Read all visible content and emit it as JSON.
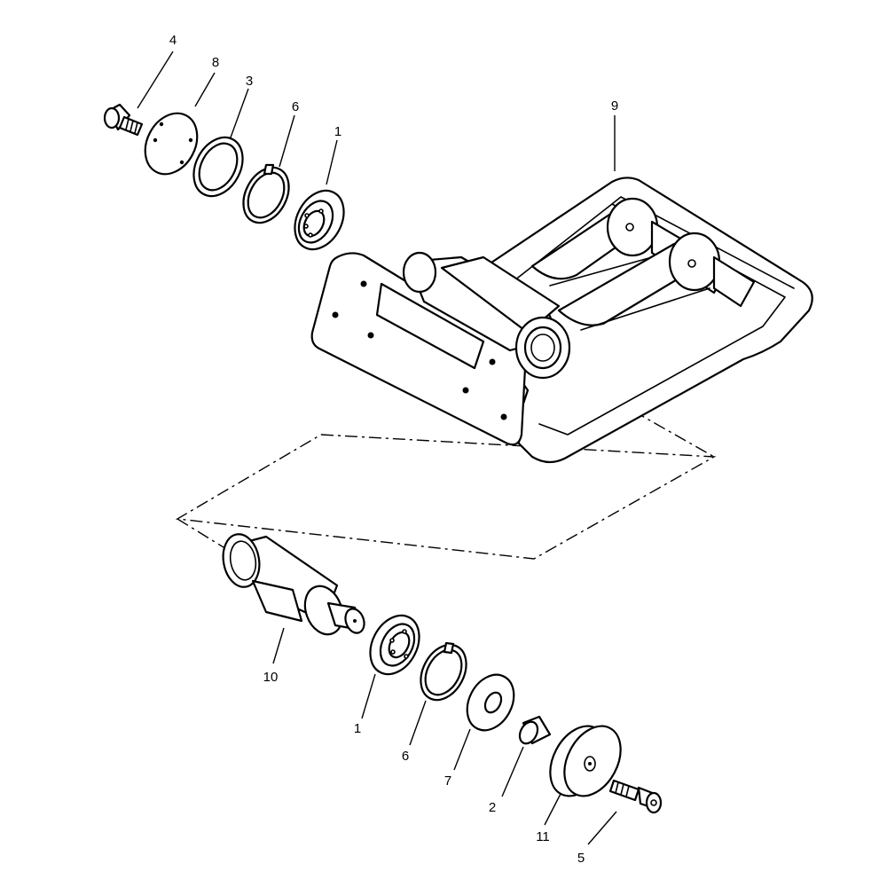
{
  "callouts": {
    "c4_top": "4",
    "c8": "8",
    "c3": "3",
    "c6_top": "6",
    "c1_top": "1",
    "c9": "9",
    "c10": "10",
    "c1_bottom": "1",
    "c6_bottom": "6",
    "c7": "7",
    "c2": "2",
    "c11": "11",
    "c5": "5"
  },
  "colors": {
    "line": "#000000",
    "background": "#ffffff"
  }
}
